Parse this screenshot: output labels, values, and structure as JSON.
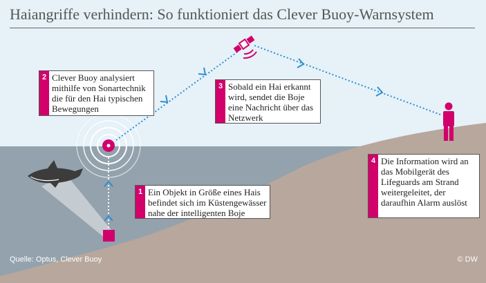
{
  "title": "Haiangriffe verhindern: So funktioniert das Clever Buoy-Warnsystem",
  "steps": [
    {
      "number": "1",
      "text": "Ein Objekt in Größe eines Hais befindet sich im Küstengewässer nahe der intelligenten Boje"
    },
    {
      "number": "2",
      "text": "Clever Buoy analysiert mithilfe von Sonartechnik die für den Hai typischen Bewegungen"
    },
    {
      "number": "3",
      "text": "Sobald ein Hai erkannt wird, sendet die Boje eine Nachricht über das Netzwerk"
    },
    {
      "number": "4",
      "text": "Die Information wird an das Mobilgerät des Lifeguards am Strand weitergeleitet, der daraufhin Alarm auslöst"
    }
  ],
  "source": "Quelle: Optus, Clever Buoy",
  "copyright": "© DW",
  "colors": {
    "accent": "#d2006b",
    "water": "#93a2ad",
    "land": "#b7a79c",
    "sky": "#e6f1f8",
    "signal": "#2b8fd0"
  }
}
